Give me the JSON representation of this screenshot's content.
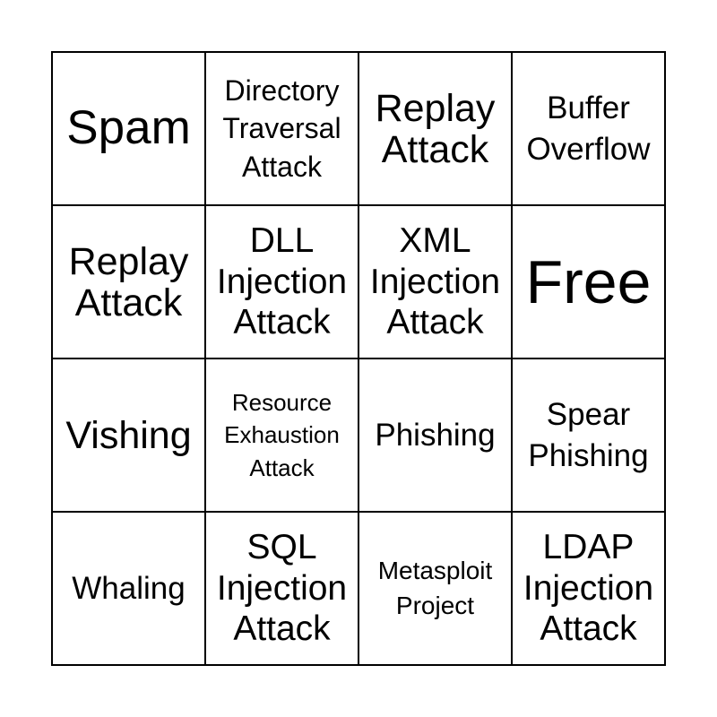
{
  "card": {
    "cells": [
      {
        "text": "Spam"
      },
      {
        "text": "Directory Traversal Attack"
      },
      {
        "text": "Replay Attack"
      },
      {
        "text": "Buffer Overflow"
      },
      {
        "text": "Replay Attack"
      },
      {
        "text": "DLL Injection Attack"
      },
      {
        "text": "XML Injection Attack"
      },
      {
        "text": "Free"
      },
      {
        "text": "Vishing"
      },
      {
        "text": "Resource Exhaustion Attack"
      },
      {
        "text": "Phishing"
      },
      {
        "text": "Spear Phishing"
      },
      {
        "text": "Whaling"
      },
      {
        "text": "SQL Injection Attack"
      },
      {
        "text": "Metasploit Project"
      },
      {
        "text": "LDAP Injection Attack"
      }
    ]
  }
}
